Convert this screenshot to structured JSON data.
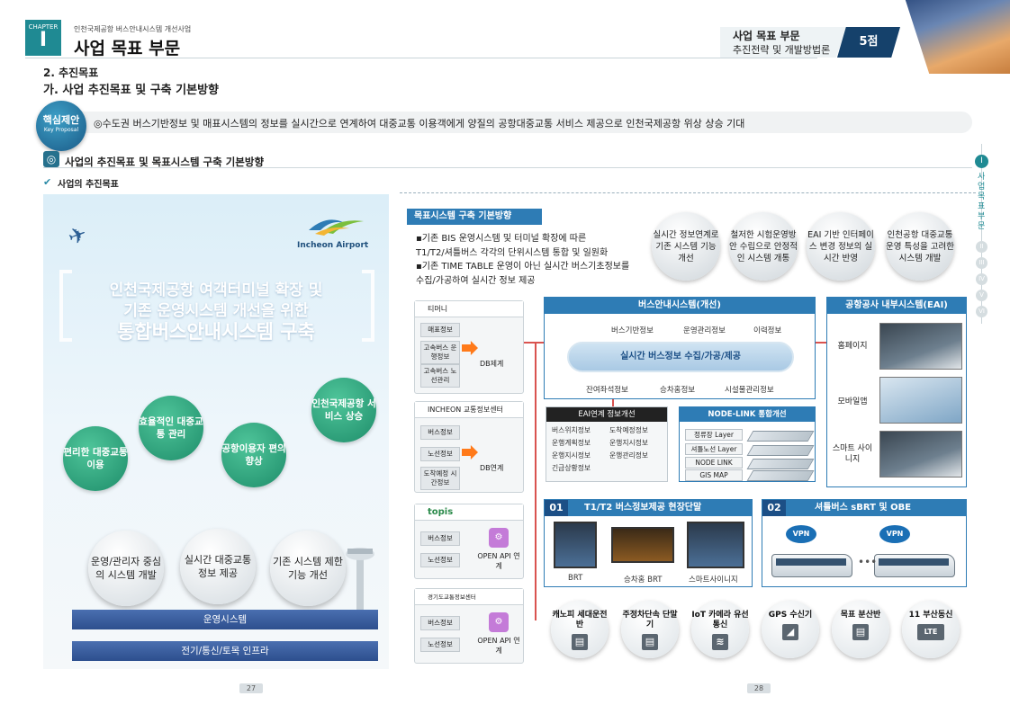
{
  "header": {
    "chapter_label": "CHAPTER",
    "chapter_num": "I",
    "subtitle": "인천국제공항 버스안내시스템 개선사업",
    "title": "사업 목표 부문",
    "right_line1": "사업 목표 부문",
    "right_line2": "추진전략 및 개발방법론",
    "score": "5점"
  },
  "section": {
    "number_title": "2. 추진목표",
    "title": "가. 사업 추진목표 및 구축 기본방향"
  },
  "key_proposal": {
    "label": "핵심제안",
    "label_en": "Key Proposal",
    "text": "◎수도권 버스기반정보 및 매표시스템의 정보를 실시간으로 연계하여 대중교통 이용객에게 양질의 공항대중교통 서비스 제공으로 인천국제공항 위상 상승 기대"
  },
  "subsection": {
    "title": "사업의 추진목표 및 목표시스템 구축 기본방향",
    "goal_title": "사업의 추진목표"
  },
  "side_nav": {
    "current": "I",
    "current_text": "사업목표부문",
    "items": [
      "II",
      "III",
      "IV",
      "V",
      "VI"
    ]
  },
  "left_panel": {
    "logo_text": "Incheon Airport",
    "title_line1": "인천국제공항 여객터미널 확장 및",
    "title_line2": "기존 운영시스템 개선을 위한",
    "title_line3": "통합버스안내시스템 구축",
    "green_circles": [
      "효율적인 대중교통 관리",
      "편리한 대중교통 이용",
      "공항이용자 편의향상",
      "인천국제공항 서비스 상승"
    ],
    "white_circles": [
      "운영/관리자 중심의 시스템 개발",
      "실시간 대중교통정보 제공",
      "기존 시스템 제한기능 개선"
    ],
    "ops_bar": "운영시스템",
    "infra_bar": "전기/통신/토목 인프라"
  },
  "target": {
    "title": "목표시스템 구축 기본방향",
    "bullets": [
      "▪기존 BIS 운영시스템 및 터미널 확장에 따른",
      " T1/T2/셔틀버스 각각의 단위시스템 통합 및 일원화",
      "▪기존 TIME TABLE 운영이 아닌 실시간 버스기초정보를",
      " 수집/가공하여 실시간 정보 제공"
    ],
    "bubbles": [
      "실시간 정보연계로 기존 시스템 기능 개선",
      "철저한 시험운영방안 수립으로 안정적인 시스템 개통",
      "EAI 기반 인터페이스 변경 정보의 실시간 반영",
      "인천공항 대중교통 운영 특성을 고려한 시스템 개발"
    ]
  },
  "sources": [
    {
      "name": "티머니",
      "labels": [
        "매표정보",
        "고속버스 운행정보",
        "고속버스 노선관리"
      ],
      "db": "DB제계"
    },
    {
      "name": "INCHEON 교통정보센터",
      "labels": [
        "버스정보",
        "노선정보",
        "도착예정 시간정보"
      ],
      "db": "DB연계"
    },
    {
      "name": "topis",
      "labels": [
        "버스정보",
        "노선정보"
      ],
      "api": "OPEN API 연계"
    },
    {
      "name": "경기도교통정보센터",
      "labels": [
        "버스정보",
        "노선정보"
      ],
      "api": "OPEN API 연계"
    }
  ],
  "bus_system": {
    "title": "버스안내시스템(개선)",
    "top_items": [
      "버스기반정보",
      "운영관리정보",
      "이력정보"
    ],
    "center": "실시간 버스정보 수집/가공/제공",
    "bottom_items": [
      "잔여좌석정보",
      "승차홈정보",
      "시설물관리정보"
    ]
  },
  "eai_conv": {
    "title": "EAI연계 정보개선",
    "items": [
      "버스위치정보",
      "도착예정정보",
      "운행계획정보",
      "운행지시정보",
      "운행지시정보",
      "운행관리정보",
      "긴급상황정보"
    ]
  },
  "node_link": {
    "title": "NODE-LINK 통합개선",
    "layers": [
      "정류장 Layer",
      "셔틀노선 Layer",
      "NODE LINK",
      "GIS MAP"
    ]
  },
  "eai_system": {
    "title": "공항공사 내부시스템(EAI)",
    "items": [
      "홈페이지",
      "모바일앱",
      "스마트 사이니지"
    ]
  },
  "terminal": {
    "num": "01",
    "title": "T1/T2 버스정보제공 현장단말",
    "items": [
      "BRT",
      "승차홈 BRT",
      "스마트사이니지"
    ]
  },
  "shuttle": {
    "num": "02",
    "title": "셔틀버스 sBRT 및 OBE",
    "vpn": "VPN"
  },
  "footer_circles": [
    "캐노피 세대운전반",
    "주정차단속 단말기",
    "IoT 카메라 유선통신",
    "GPS 수신기",
    "목표 분산반",
    "11 부산동신"
  ],
  "pages": {
    "left": "27",
    "right": "28"
  }
}
